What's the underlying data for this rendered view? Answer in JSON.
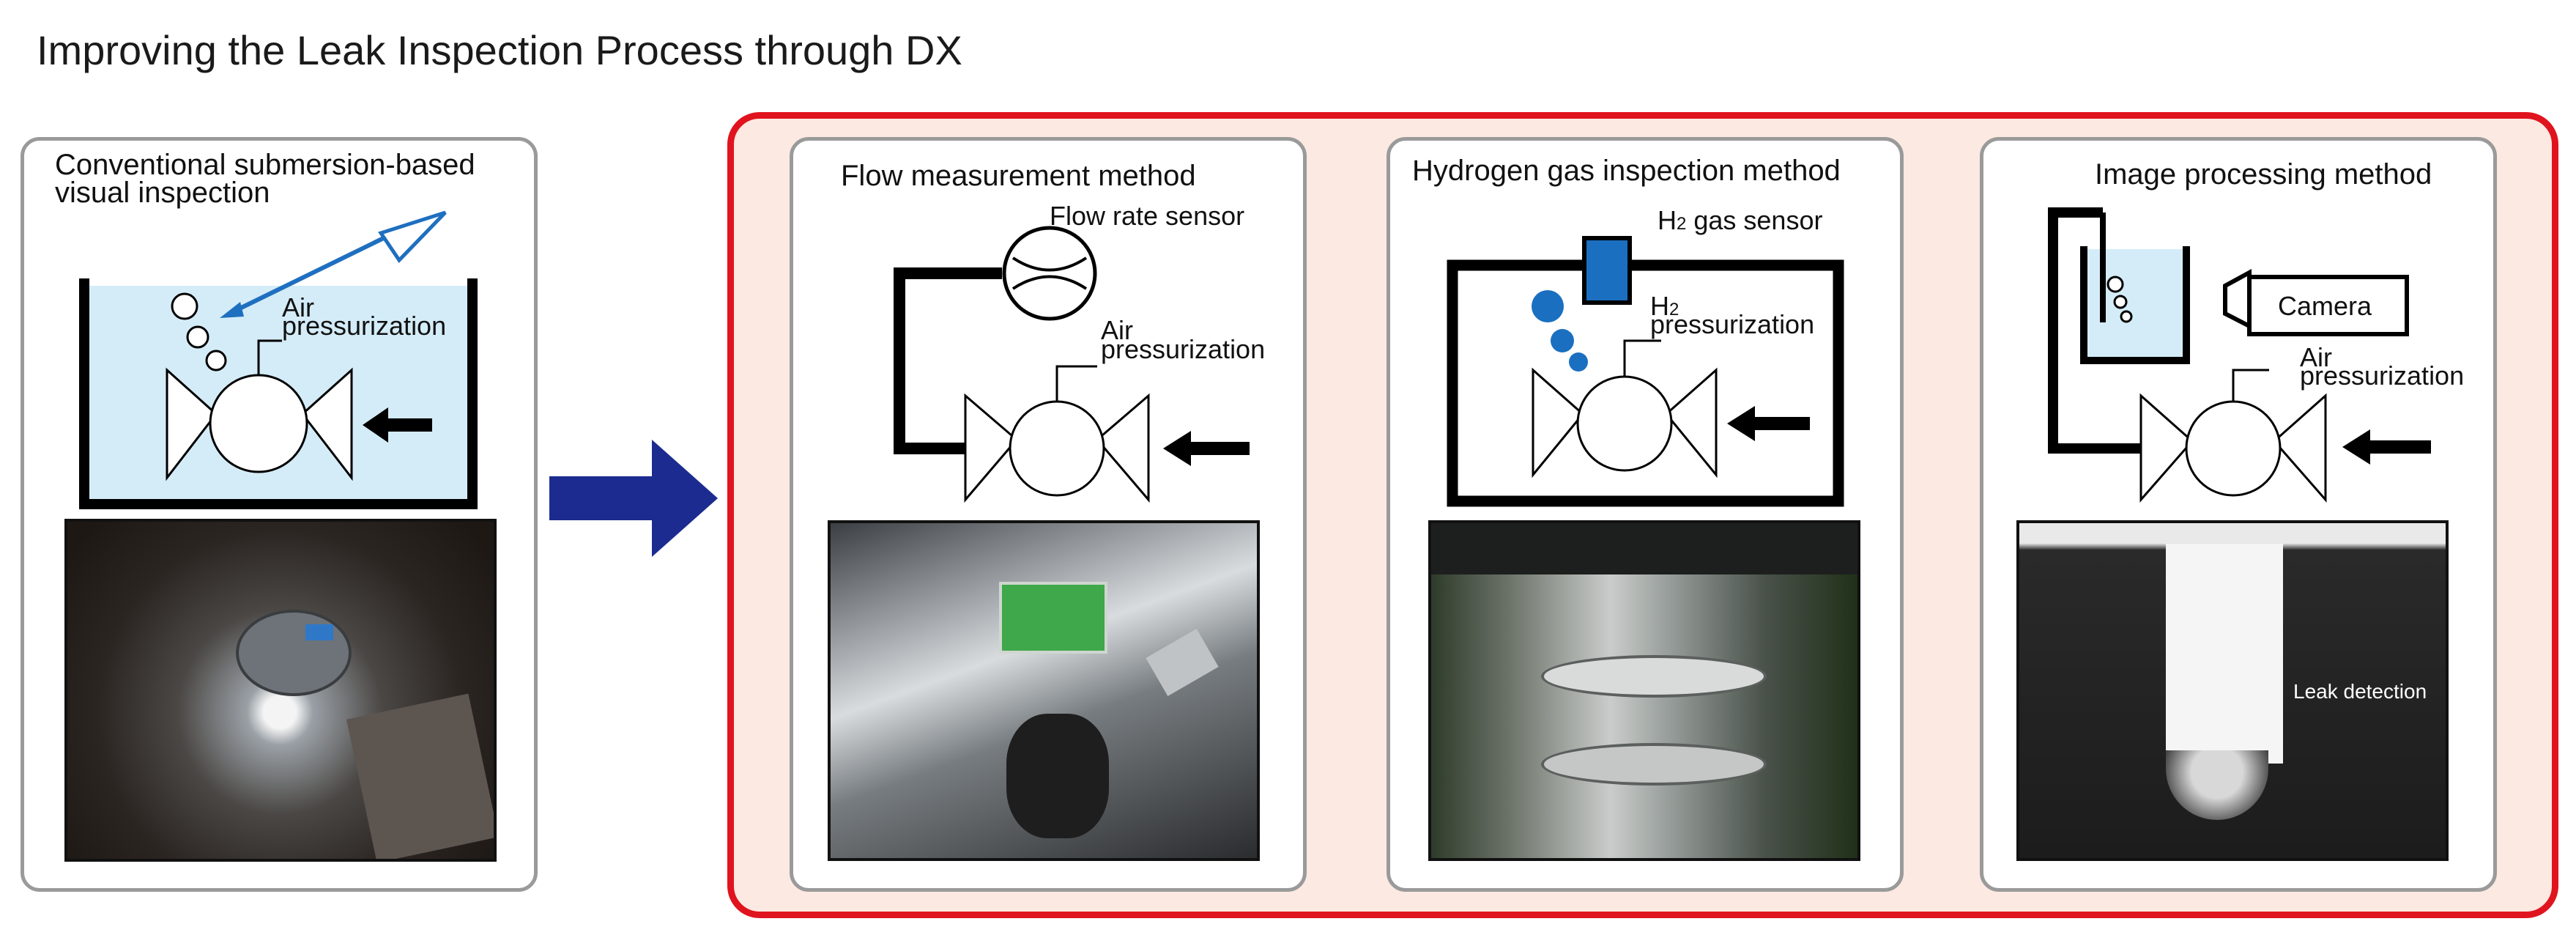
{
  "title": "Improving the Leak Inspection Process through DX",
  "panels": {
    "conventional": {
      "title_line1": "Conventional submersion-based",
      "title_line2": "visual inspection",
      "air_line1": "Air",
      "air_line2": "pressurization"
    },
    "flow": {
      "title": "Flow measurement method",
      "sensor": "Flow rate sensor",
      "air_line1": "Air",
      "air_line2": "pressurization"
    },
    "hydrogen": {
      "title": "Hydrogen gas inspection method",
      "sensor_h": "H",
      "sensor_sub": "2",
      "sensor_rest": " gas sensor",
      "air_h": "H",
      "air_sub": "2",
      "air_line2": "pressurization"
    },
    "image": {
      "title": "Image processing method",
      "camera": "Camera",
      "air_line1": "Air",
      "air_line2": "pressurization",
      "leak": "Leak detection"
    }
  },
  "colors": {
    "accent_red": "#e0141e",
    "highlight_bg": "#fbe9e2",
    "arrow_navy": "#1c2b8f",
    "water": "#d4ecf8",
    "blue_line": "#1f6fc0",
    "h2_blue": "#1a6fc0"
  }
}
